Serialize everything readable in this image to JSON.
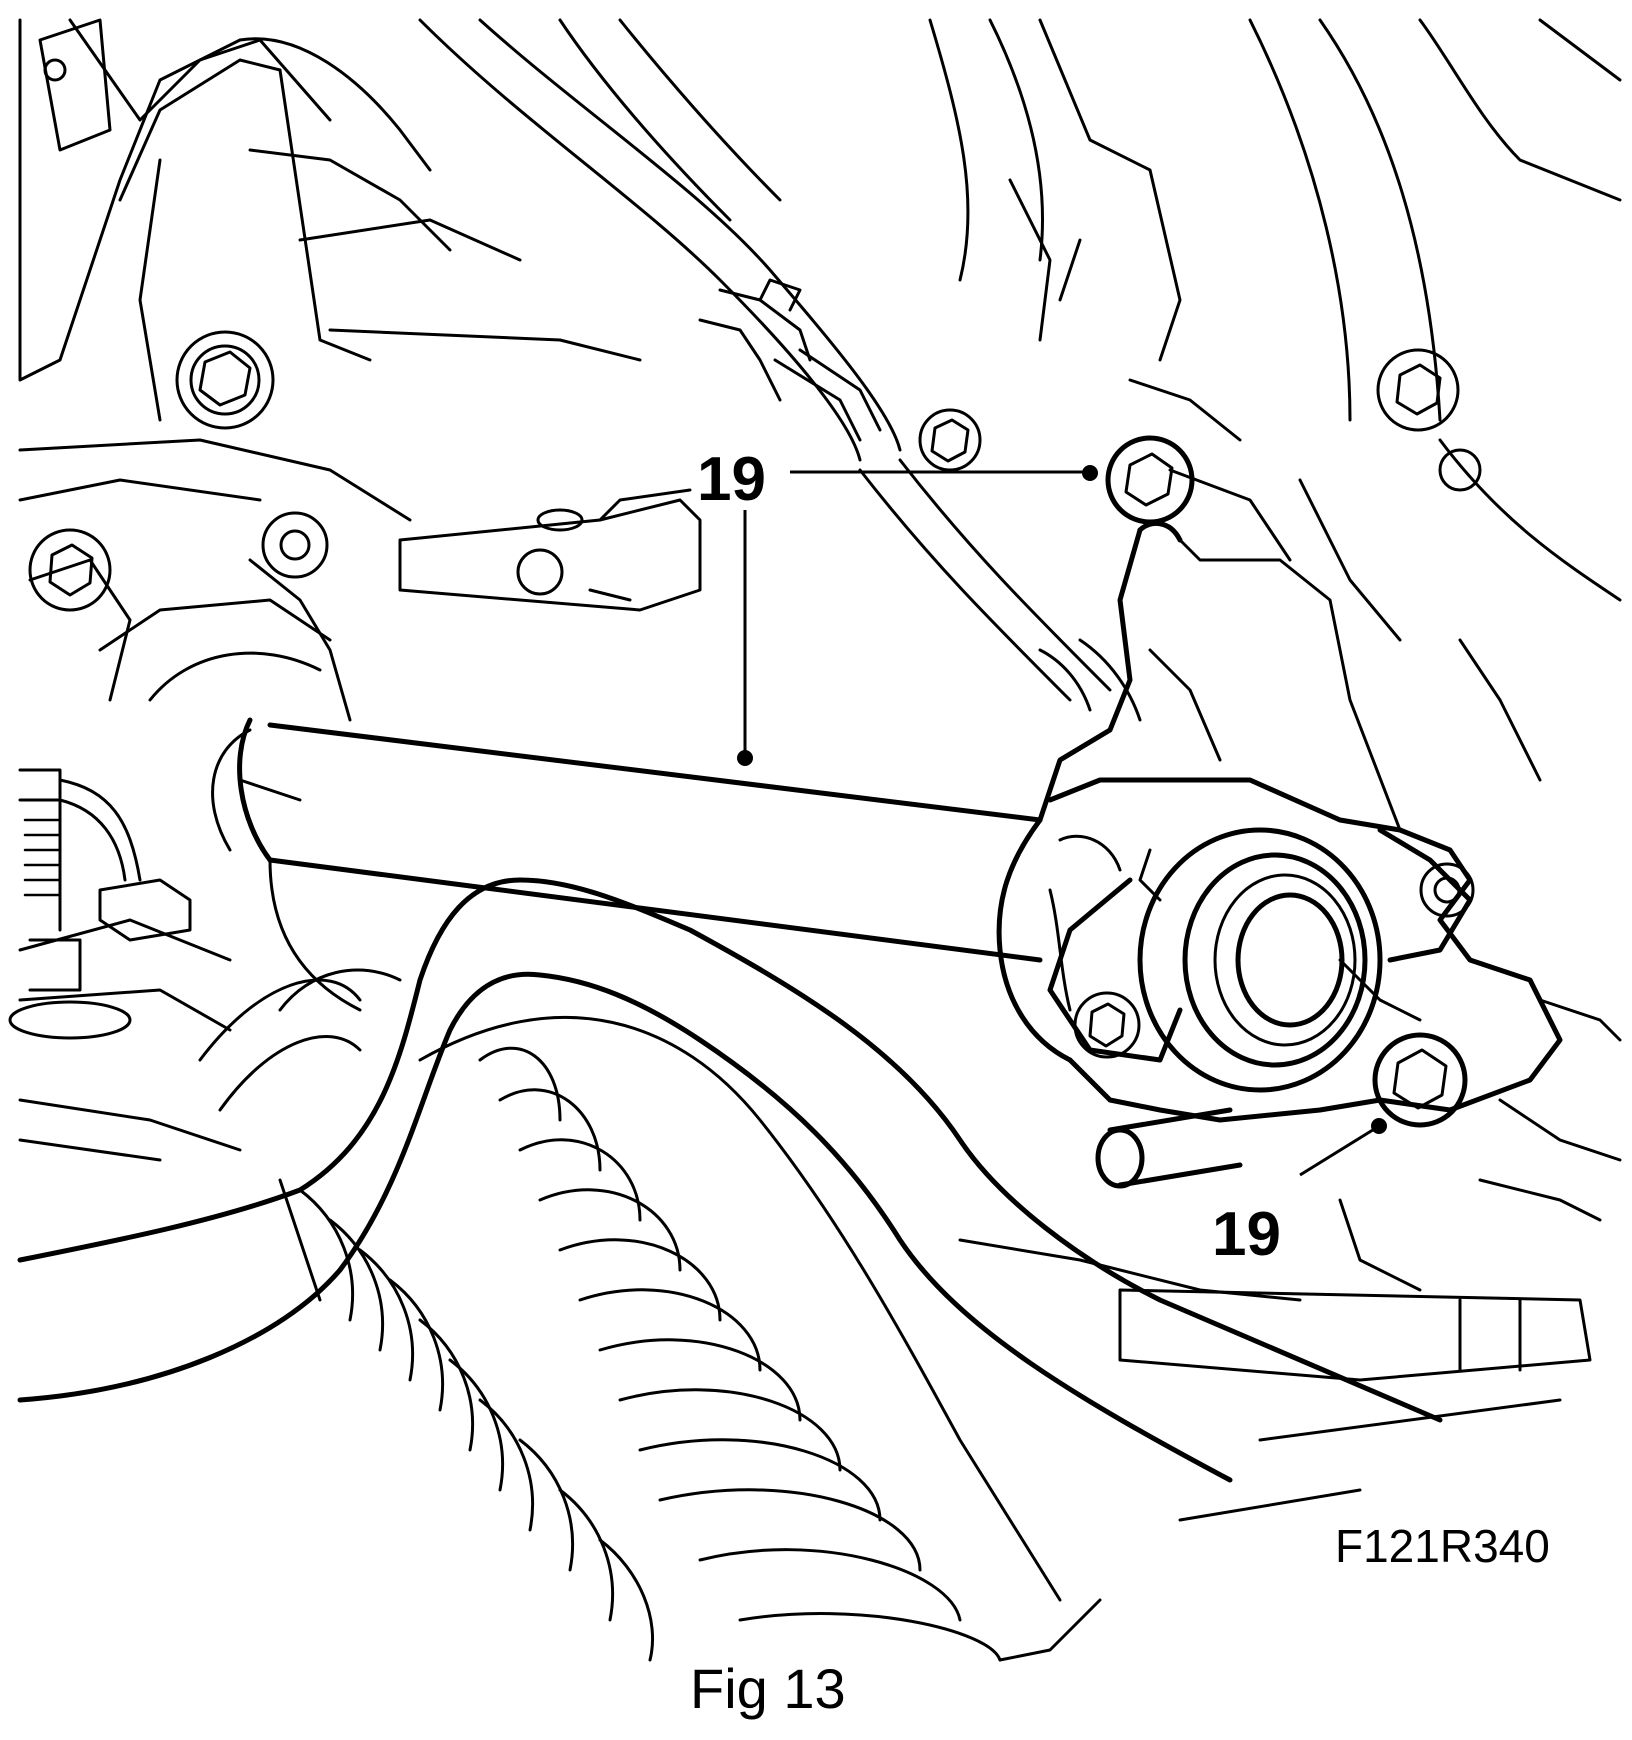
{
  "callouts": [
    {
      "label": "19"
    },
    {
      "label": "19"
    }
  ],
  "drawing_code": "F121R340",
  "caption": "Fig 13"
}
